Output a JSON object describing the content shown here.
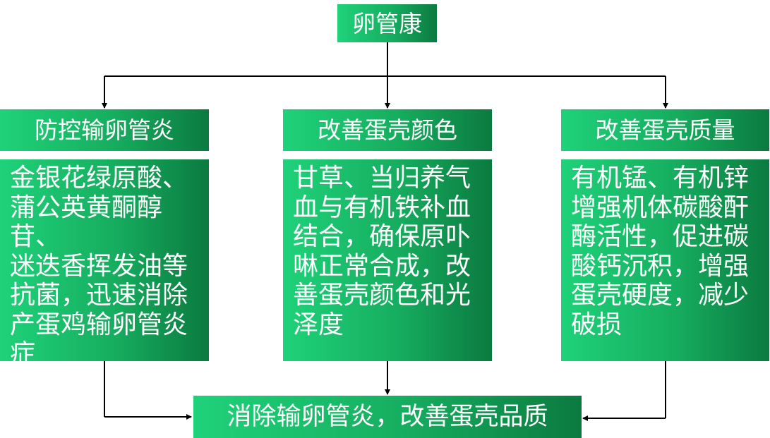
{
  "root": {
    "label": "卵管康"
  },
  "columns": [
    {
      "title": "防控输卵管炎",
      "lines": [
        "金银花绿原酸、",
        "蒲公英黄酮醇苷、",
        "迷迭香挥发油等",
        "抗菌，迅速消除",
        "产蛋鸡输卵管炎",
        "症"
      ]
    },
    {
      "title": "改善蛋壳颜色",
      "lines": [
        "甘草、当归养气",
        "血与有机铁补血",
        "结合，确保原卟",
        "啉正常合成，改",
        "善蛋壳颜色和光",
        "泽度"
      ]
    },
    {
      "title": "改善蛋壳质量",
      "lines": [
        "有机锰、有机锌",
        "增强机体碳酸酐",
        "酶活性，促进碳",
        "酸钙沉积，增强",
        "蛋壳硬度，减少",
        "破损"
      ]
    }
  ],
  "result": {
    "label": "消除输卵管炎，改善蛋壳品质"
  },
  "colors": {
    "box_light": "#1fd27a",
    "box_mid": "#16ad5f",
    "box_dark": "#0b7a3f",
    "line": "#000000"
  }
}
